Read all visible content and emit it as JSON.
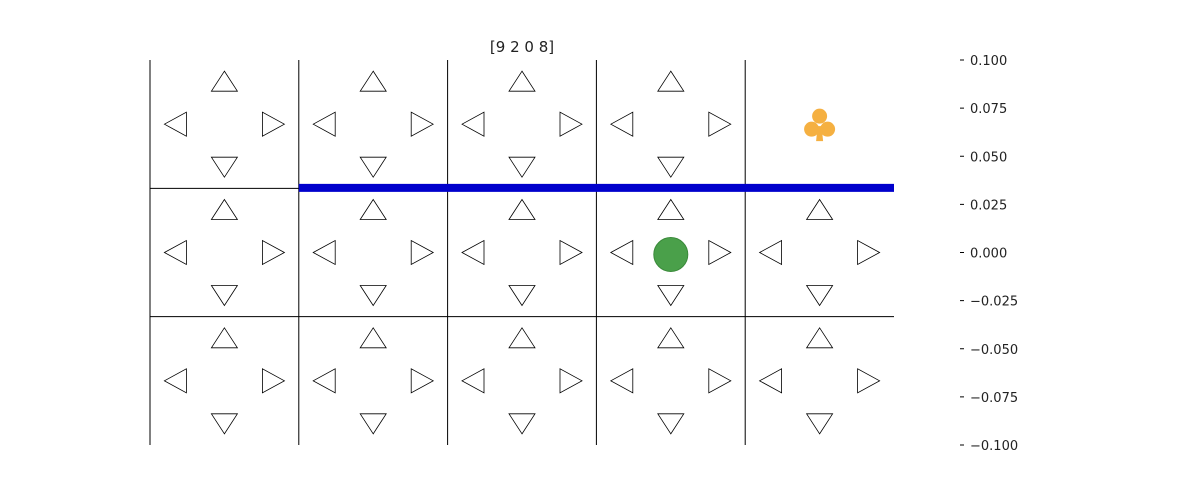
{
  "title": "[9 2 0 8]",
  "grid": {
    "rows": 3,
    "cols": 5,
    "line_color": "#000000",
    "arrow_stroke": "#000000",
    "arrow_fill": "#ffffff"
  },
  "goal": {
    "row": 0,
    "col": 4,
    "glyph": "♣",
    "color": "#f5b041",
    "icon": "club-icon"
  },
  "agent": {
    "row": 1,
    "col": 3,
    "color": "#4aa04a",
    "edge_color": "#3a8a3a",
    "icon": "agent-circle-icon"
  },
  "wall": {
    "after_row": 0,
    "from_col": 1,
    "to_col": 5,
    "color": "#0000cc"
  },
  "y_axis": {
    "range": [
      -0.1,
      0.1
    ],
    "ticks": [
      {
        "value": 0.1,
        "label": "0.100"
      },
      {
        "value": 0.075,
        "label": "0.075"
      },
      {
        "value": 0.05,
        "label": "0.050"
      },
      {
        "value": 0.025,
        "label": "0.025"
      },
      {
        "value": 0.0,
        "label": "0.000"
      },
      {
        "value": -0.025,
        "label": "−0.025"
      },
      {
        "value": -0.05,
        "label": "−0.050"
      },
      {
        "value": -0.075,
        "label": "−0.075"
      },
      {
        "value": -0.1,
        "label": "−0.100"
      }
    ]
  }
}
